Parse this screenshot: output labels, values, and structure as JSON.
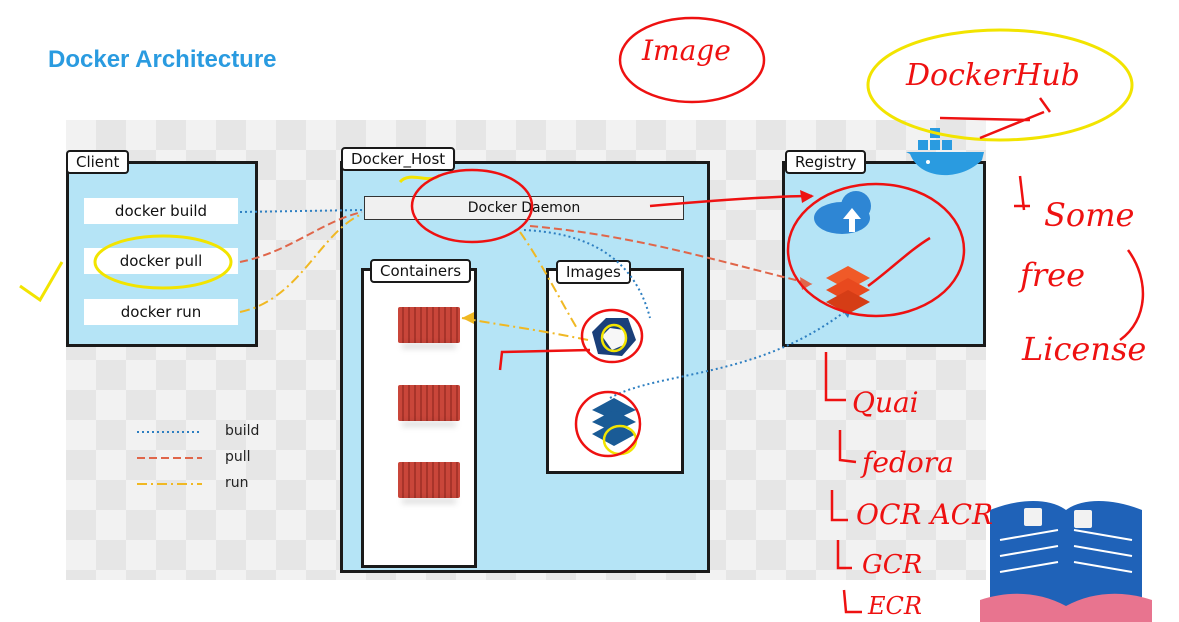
{
  "title": "Docker Architecture",
  "client": {
    "label": "Client",
    "commands": [
      "docker build",
      "docker pull",
      "docker run"
    ]
  },
  "host": {
    "label": "Docker_Host",
    "daemon": "Docker Daemon",
    "containers_label": "Containers",
    "images_label": "Images"
  },
  "registry": {
    "label": "Registry"
  },
  "legend": [
    {
      "label": "build",
      "color": "#2e7fc1",
      "style": "dotted"
    },
    {
      "label": "pull",
      "color": "#e0664a",
      "style": "dashed"
    },
    {
      "label": "run",
      "color": "#f0b823",
      "style": "dash-dot"
    }
  ],
  "annotations": {
    "image_note": "Image",
    "hub_note": "DockerHub",
    "license_note": [
      "Some",
      "free",
      "License"
    ],
    "registries": [
      "Quai",
      "fedora",
      "OCR ACR",
      "GCR",
      "ECR"
    ]
  },
  "colors": {
    "title": "#2a9be0",
    "panel": "#b5e4f6",
    "ink_red": "#e11111",
    "ink_yellow": "#f2e400"
  },
  "icons": [
    "cloud-upload-icon",
    "registry-stack-icon",
    "docker-whale-icon",
    "image-layers-icon",
    "shipping-container-icon",
    "open-book-icon"
  ]
}
